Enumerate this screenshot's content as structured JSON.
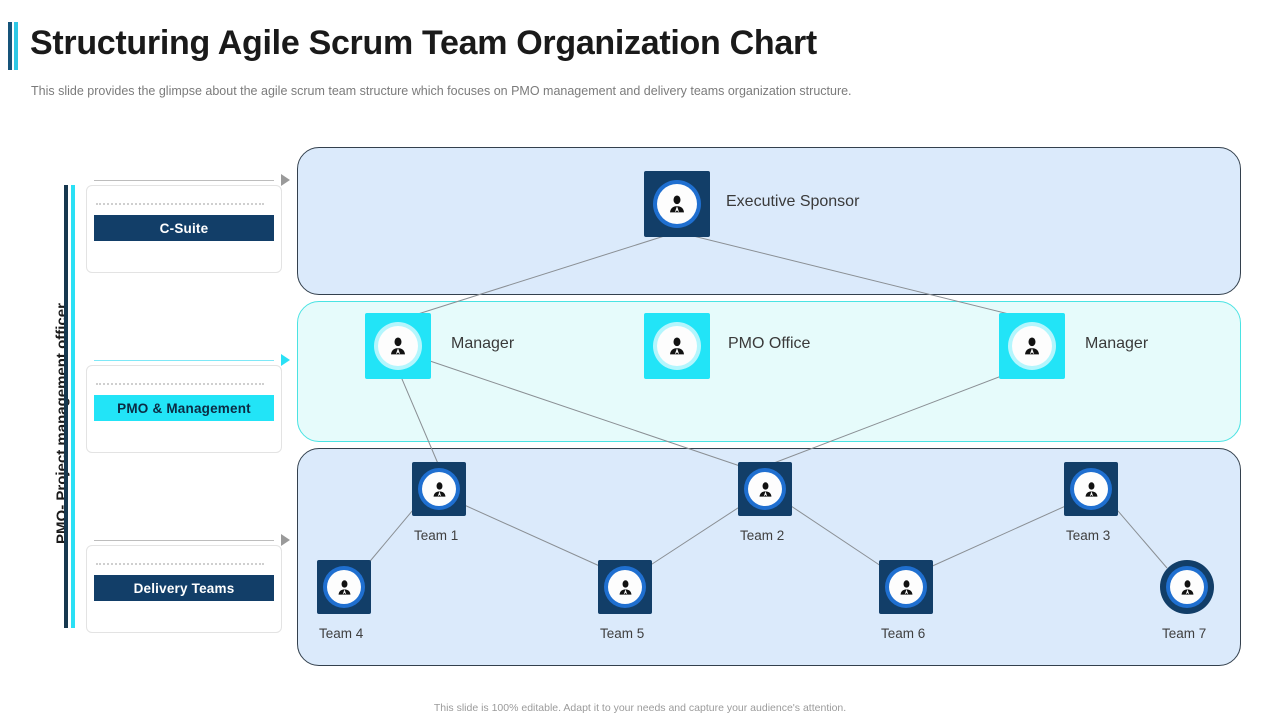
{
  "header": {
    "title": "Structuring Agile Scrum Team Organization Chart",
    "subtitle": "This slide provides the glimpse about the agile scrum team structure which focuses on PMO management and delivery teams organization structure."
  },
  "sidebar": {
    "vertical_label": "PMO- Project management officer",
    "legend": [
      {
        "label": "C-Suite",
        "style": "dark"
      },
      {
        "label": "PMO & Management",
        "style": "cyan"
      },
      {
        "label": "Delivery Teams",
        "style": "dark"
      }
    ]
  },
  "chart_data": {
    "type": "diagram",
    "title": "Structuring Agile Scrum Team Organization Chart",
    "tiers": [
      {
        "name": "C-Suite",
        "nodes": [
          {
            "id": "exec",
            "label": "Executive Sponsor",
            "icon": "person-icon",
            "shape": "square",
            "color": "#123e68",
            "label_position": "right"
          }
        ]
      },
      {
        "name": "PMO & Management",
        "nodes": [
          {
            "id": "mgr-left",
            "label": "Manager",
            "icon": "person-icon",
            "shape": "square",
            "color": "#22e4f7",
            "label_position": "right"
          },
          {
            "id": "pmo",
            "label": "PMO Office",
            "icon": "person-icon",
            "shape": "square",
            "color": "#22e4f7",
            "label_position": "right"
          },
          {
            "id": "mgr-right",
            "label": "Manager",
            "icon": "person-icon",
            "shape": "square",
            "color": "#22e4f7",
            "label_position": "right"
          }
        ]
      },
      {
        "name": "Delivery Teams",
        "nodes": [
          {
            "id": "team1",
            "label": "Team 1",
            "icon": "person-icon",
            "shape": "square",
            "color": "#123e68",
            "label_position": "below"
          },
          {
            "id": "team2",
            "label": "Team 2",
            "icon": "person-icon",
            "shape": "square",
            "color": "#123e68",
            "label_position": "below"
          },
          {
            "id": "team3",
            "label": "Team 3",
            "icon": "person-icon",
            "shape": "square",
            "color": "#123e68",
            "label_position": "below"
          },
          {
            "id": "team4",
            "label": "Team 4",
            "icon": "person-icon",
            "shape": "square",
            "color": "#123e68",
            "label_position": "below"
          },
          {
            "id": "team5",
            "label": "Team 5",
            "icon": "person-icon",
            "shape": "square",
            "color": "#123e68",
            "label_position": "below"
          },
          {
            "id": "team6",
            "label": "Team 6",
            "icon": "person-icon",
            "shape": "square",
            "color": "#123e68",
            "label_position": "below"
          },
          {
            "id": "team7",
            "label": "Team 7",
            "icon": "person-icon",
            "shape": "circle",
            "color": "#123e68",
            "label_position": "below"
          }
        ]
      }
    ],
    "edges": [
      {
        "from": "exec",
        "to": "mgr-left"
      },
      {
        "from": "exec",
        "to": "mgr-right"
      },
      {
        "from": "mgr-left",
        "to": "team1"
      },
      {
        "from": "mgr-left",
        "to": "team2"
      },
      {
        "from": "mgr-right",
        "to": "team2"
      },
      {
        "from": "team1",
        "to": "team4"
      },
      {
        "from": "team1",
        "to": "team5"
      },
      {
        "from": "team2",
        "to": "team5"
      },
      {
        "from": "team2",
        "to": "team6"
      },
      {
        "from": "team3",
        "to": "team6"
      },
      {
        "from": "team3",
        "to": "team7"
      }
    ]
  },
  "footer": {
    "note": "This slide is 100% editable. Adapt it to your needs and capture your audience's attention."
  },
  "colors": {
    "navy": "#123e68",
    "cyan": "#22e4f7",
    "panel_blue": "#dbeafb",
    "panel_mint": "#e6fbfb",
    "accent_teal": "#2ec8e6"
  }
}
